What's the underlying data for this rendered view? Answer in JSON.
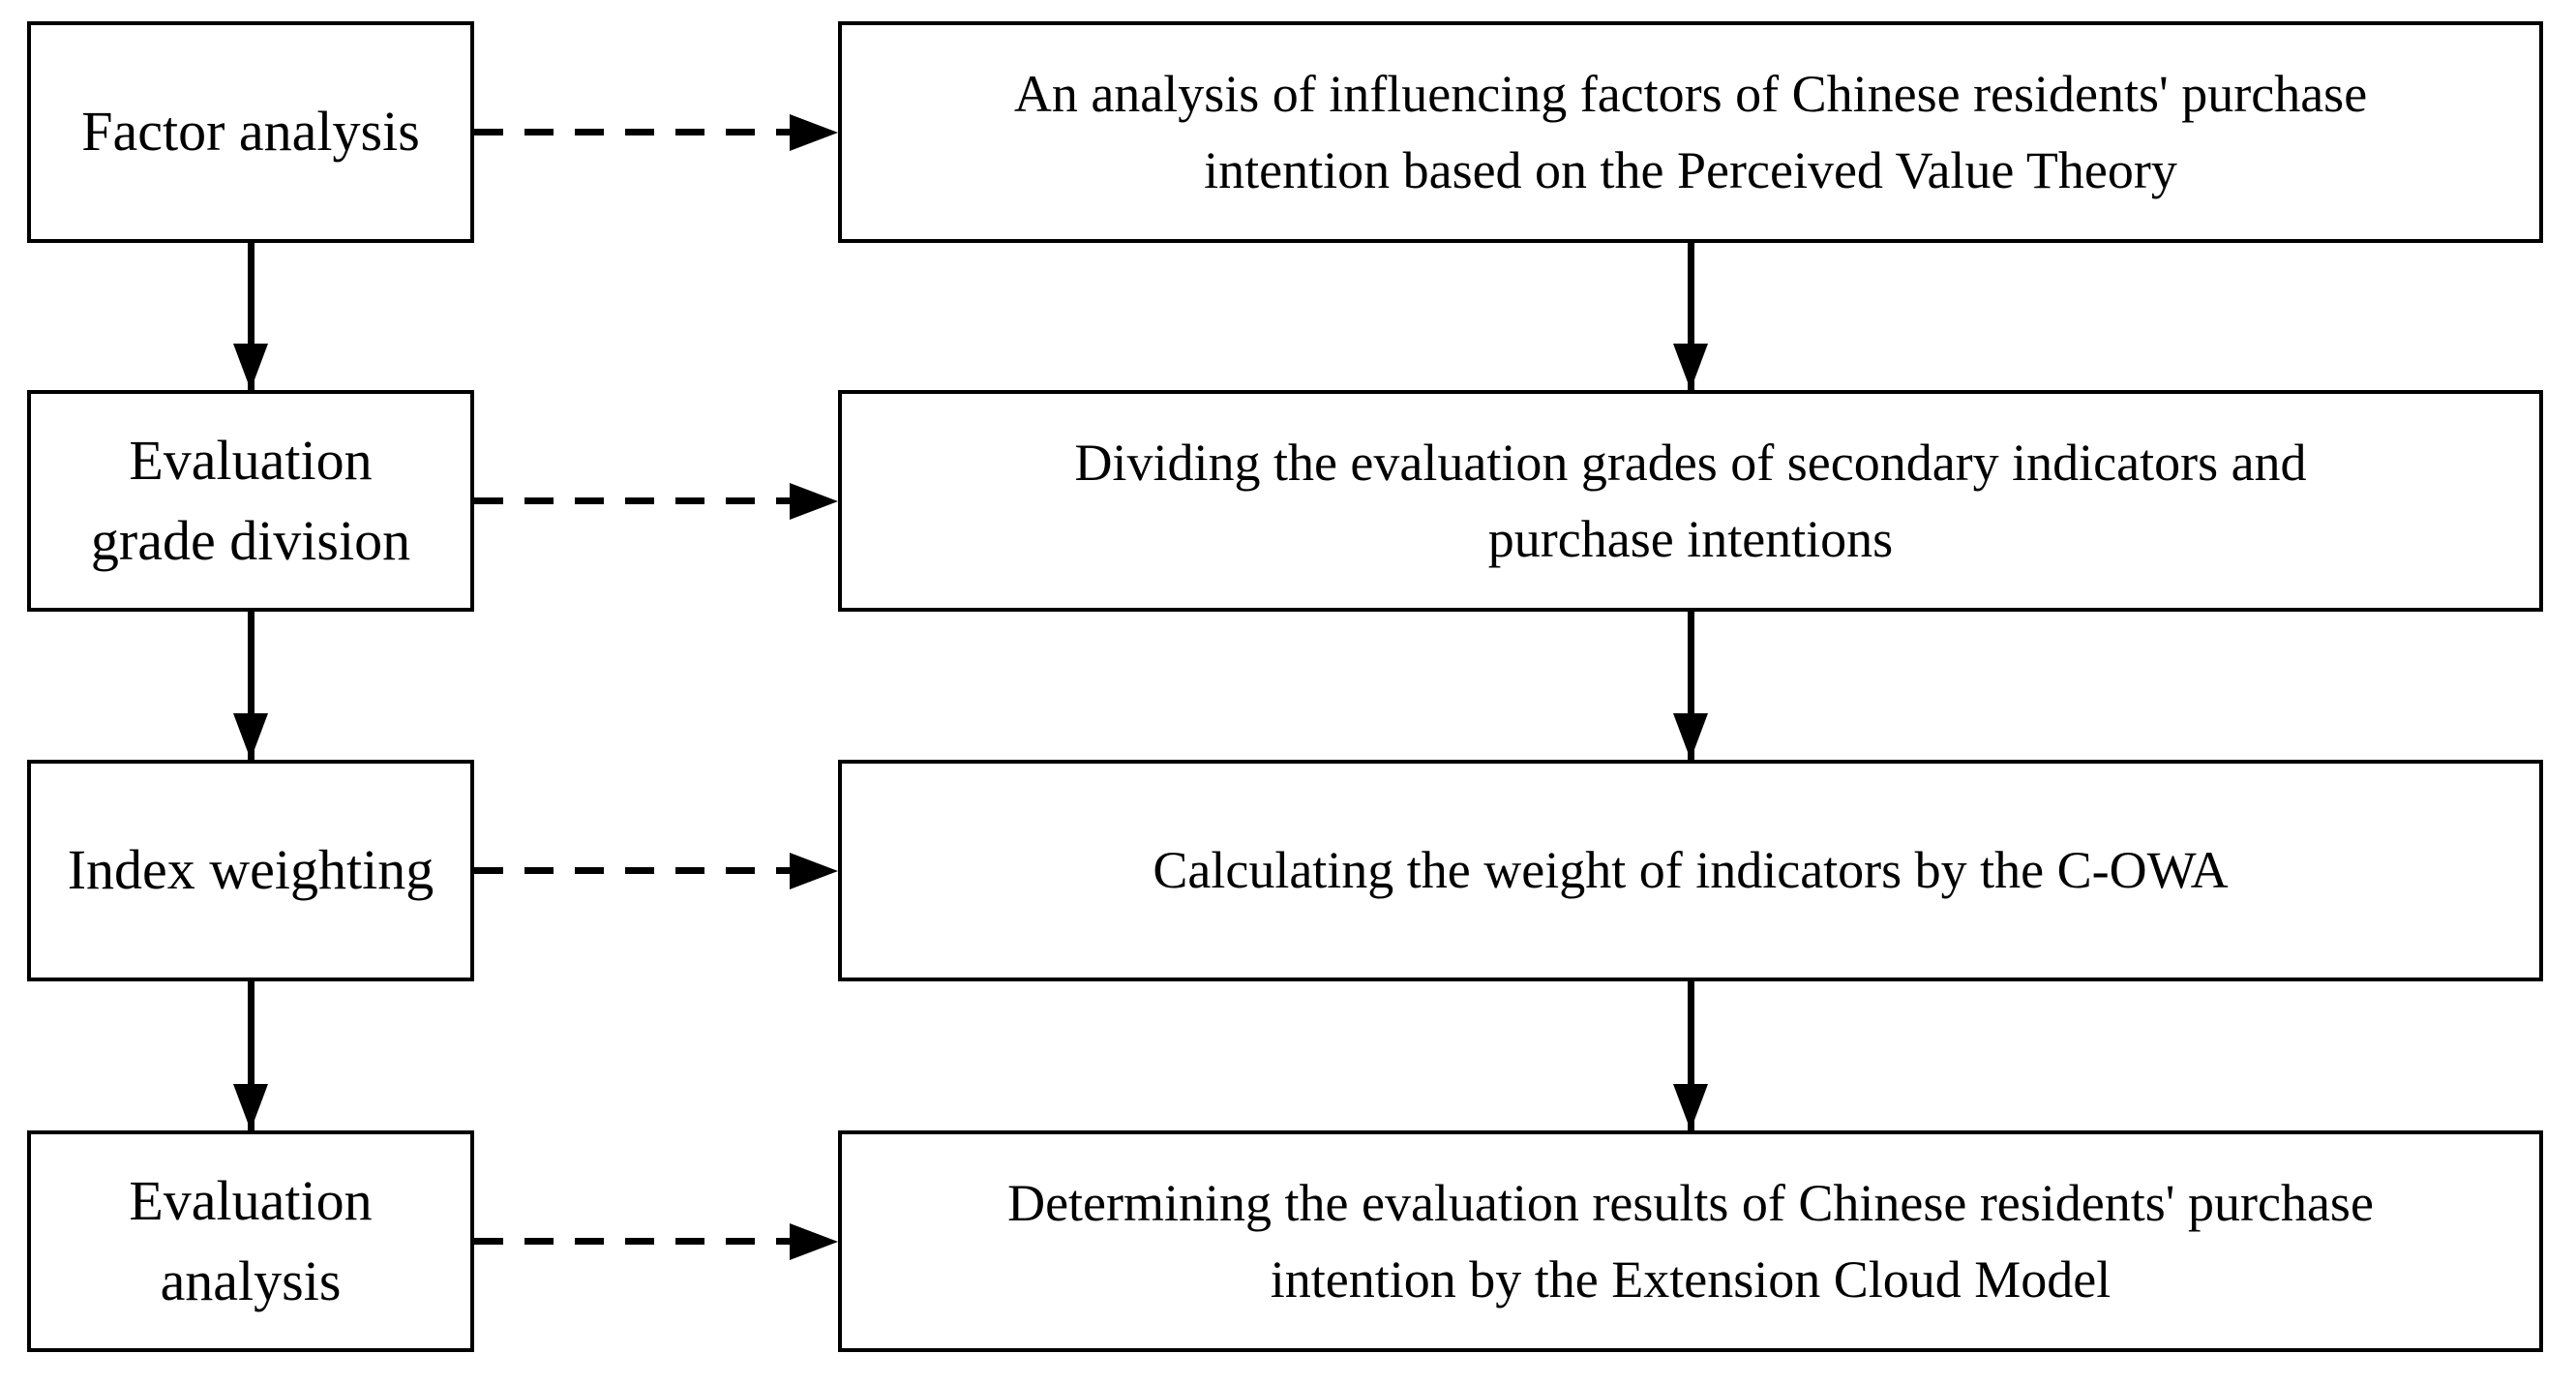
{
  "flowchart": {
    "rows": [
      {
        "step": "Factor analysis",
        "detail": "An analysis of influencing factors of Chinese residents' purchase\nintention based on the Perceived Value Theory"
      },
      {
        "step": "Evaluation\ngrade division",
        "detail": "Dividing the evaluation grades of secondary indicators and\npurchase intentions"
      },
      {
        "step": "Index weighting",
        "detail": "Calculating the weight of indicators by the C-OWA"
      },
      {
        "step": "Evaluation\nanalysis",
        "detail": "Determining the evaluation results of Chinese residents' purchase\nintention by the Extension Cloud Model"
      }
    ],
    "colors": {
      "line": "#000000",
      "text": "#000000",
      "background": "#ffffff"
    }
  }
}
